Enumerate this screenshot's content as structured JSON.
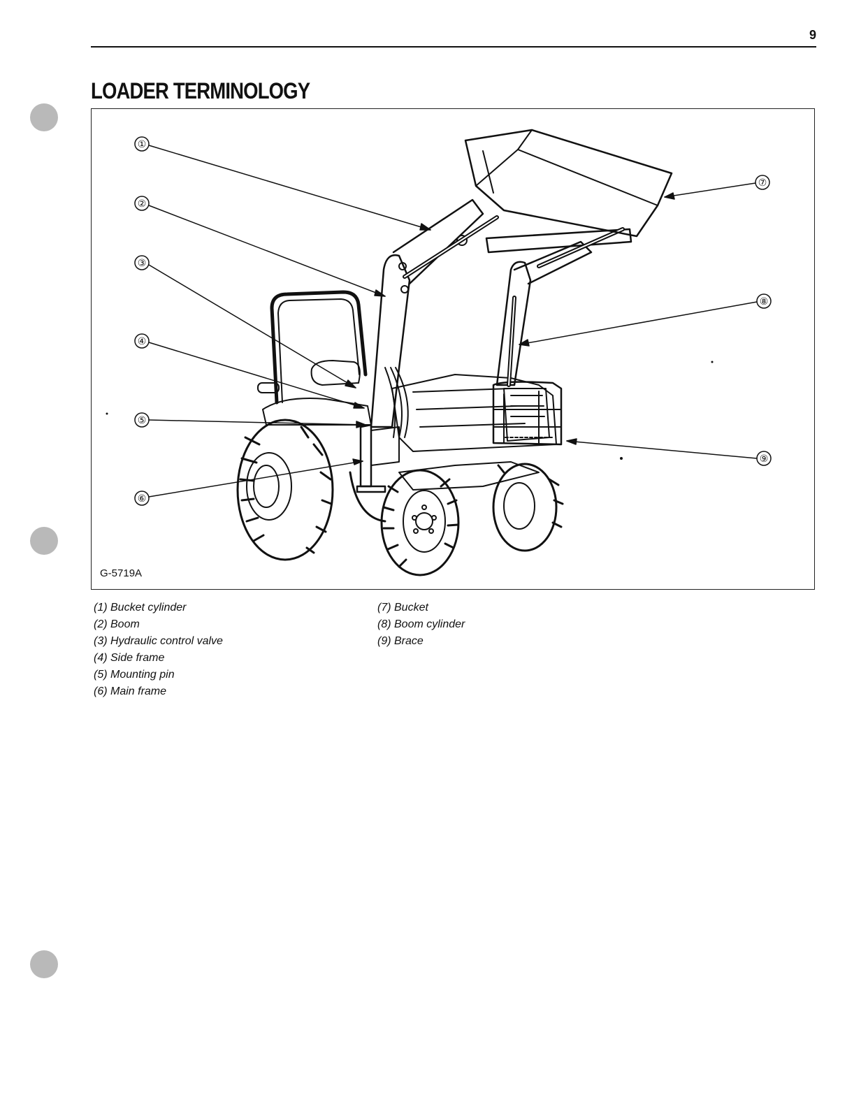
{
  "page": {
    "number": "9",
    "title": "LOADER TERMINOLOGY"
  },
  "figure": {
    "code": "G-5719A",
    "callouts": [
      "①",
      "②",
      "③",
      "④",
      "⑤",
      "⑥",
      "⑦",
      "⑧",
      "⑨"
    ]
  },
  "legend": {
    "left": [
      "(1) Bucket cylinder",
      "(2) Boom",
      "(3) Hydraulic control valve",
      "(4) Side frame",
      "(5) Mounting pin",
      "(6) Main frame"
    ],
    "right": [
      "(7) Bucket",
      "(8) Boom cylinder",
      "(9) Brace"
    ]
  },
  "colors": {
    "ink": "#111111",
    "punch_hole": "#b9b9b9"
  }
}
